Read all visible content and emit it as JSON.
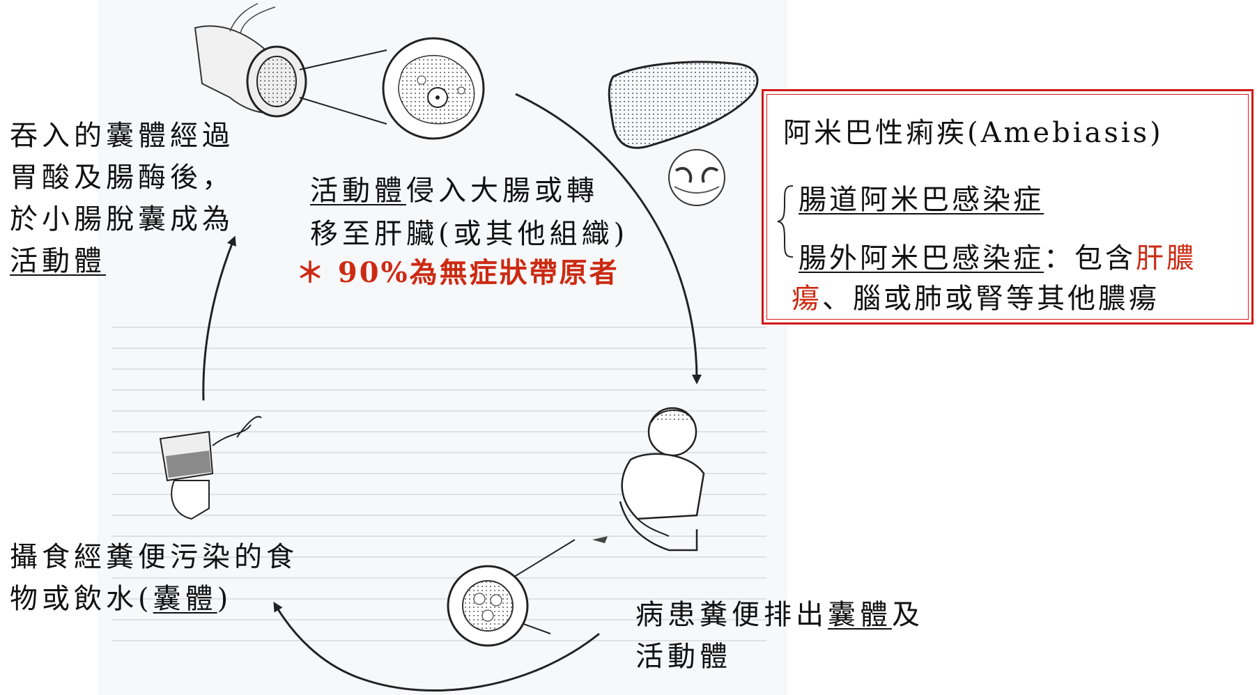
{
  "left_top_text": {
    "line1": "吞入的囊體經過",
    "line2": "胃酸及腸酶後，",
    "line3": "於小腸脫囊成為",
    "line4": "活動體"
  },
  "center_text": {
    "line1_under": "活動體",
    "line1_rest": "侵入大腸或轉",
    "line2": "移至肝臟(或其他組織)",
    "note": "＊ 90%為無症狀帶原者"
  },
  "left_bottom_text": {
    "line1": "攝食經糞便污染的食",
    "line2_pre": "物或飲水(",
    "line2_under": "囊體",
    "line2_post": ")"
  },
  "right_bottom_text": {
    "line1_pre": "病患糞便排出",
    "line1_under": "囊體",
    "line1_post": "及",
    "line2": "活動體"
  },
  "info_box": {
    "title": "阿米巴性痢疾(Amebiasis)",
    "item1": "腸道阿米巴感染症",
    "item2": "腸外阿米巴感染症",
    "item2_sep": "：包含",
    "item2_red1": "肝膿",
    "item2_red2": "瘍",
    "item2_tail": "、腦或肺或腎等其他膿瘍"
  },
  "colors": {
    "accent_red": "#cc2a12",
    "box_border": "#d01818"
  }
}
